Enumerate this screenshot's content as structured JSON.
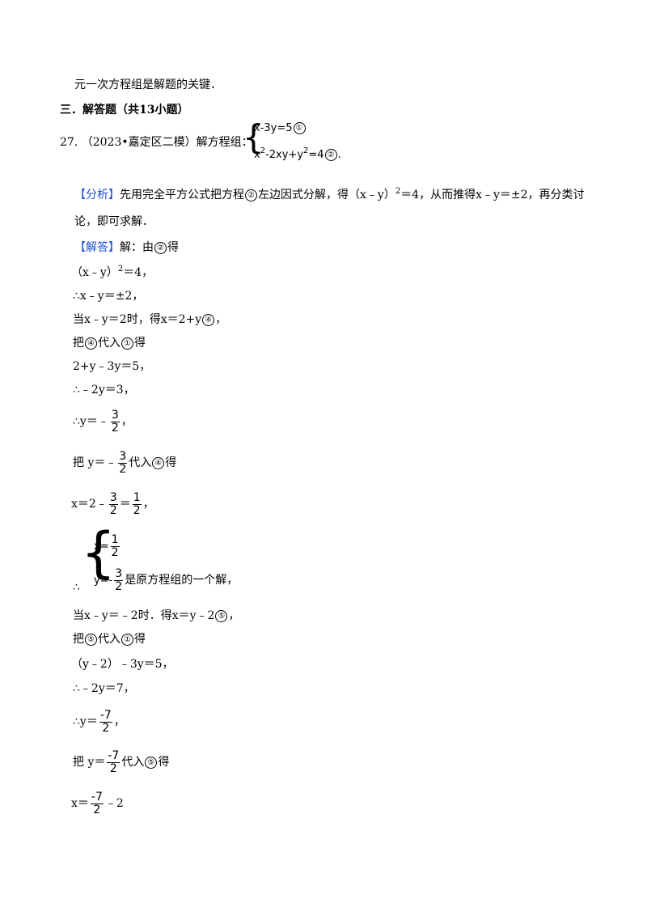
{
  "intro_line": "元一次方程组是解题的关键．",
  "section": {
    "title": "三．解答题（共13小题）"
  },
  "problem": {
    "number": "27.",
    "source": "（2023•嘉定区二模）解方程组：",
    "system": {
      "eq1": "x-3y=5",
      "eq1_mark": "①",
      "eq2_a": "x",
      "eq2_sup1": "2",
      "eq2_b": "-2xy+y",
      "eq2_sup2": "2",
      "eq2_c": "=4",
      "eq2_mark": "②",
      "end": "."
    }
  },
  "analysis": {
    "tag": "【分析】",
    "line1_a": "先用完全平方公式把方程",
    "line1_mark": "②",
    "line1_b": "左边因式分解，得（x﹣y）",
    "line1_sup": "2",
    "line1_c": "＝4，从而推得x﹣y＝±2，再分类讨",
    "line2": "论，即可求解．"
  },
  "solution": {
    "tag": "【解答】",
    "lead": "解：由",
    "lead_mark": "②",
    "lead_end": "得",
    "s1_a": "（x﹣y）",
    "s1_sup": "2",
    "s1_b": "＝4，",
    "s2": "∴x﹣y＝±2，",
    "s3": "当x﹣y＝2时，得x＝2+y",
    "s3_mark": "④",
    "s3_end": "，",
    "s4_a": "把",
    "s4_mark1": "④",
    "s4_b": "代入",
    "s4_mark2": "①",
    "s4_c": "得",
    "s5": "2+y﹣3y＝5，",
    "s6": "∴﹣2y＝3，",
    "s7_a": "∴y＝﹣",
    "s7_num": "3",
    "s7_den": "2",
    "s7_end": "，",
    "s8_a": "把 y＝﹣",
    "s8_num": "3",
    "s8_den": "2",
    "s8_b": "代入",
    "s8_mark": "④",
    "s8_c": "得",
    "s9_a": "x＝2﹣",
    "s9_num1": "3",
    "s9_den1": "2",
    "s9_eq": "＝",
    "s9_num2": "1",
    "s9_den2": "2",
    "s9_end": "，",
    "sol1_x": "x=",
    "sol1_xnum": "1",
    "sol1_xden": "2",
    "sol1_y": "y=-",
    "sol1_ynum": "3",
    "sol1_yden": "2",
    "sol1_therefore": "∴",
    "sol1_text": "是原方程组的一个解，",
    "s10": "当x﹣y＝﹣2时．得x＝y﹣2",
    "s10_mark": "⑤",
    "s10_end": "，",
    "s11_a": "把",
    "s11_mark1": "⑤",
    "s11_b": "代入",
    "s11_mark2": "①",
    "s11_c": "得",
    "s12": "（y﹣2）﹣3y＝5，",
    "s13": "∴﹣2y＝7，",
    "s14_a": "∴y＝",
    "s14_num": "-7",
    "s14_den": "2",
    "s14_end": "，",
    "s15_a": "把 y＝",
    "s15_num": "-7",
    "s15_den": "2",
    "s15_b": "代入",
    "s15_mark": "⑤",
    "s15_c": "得",
    "s16_a": "x＝",
    "s16_num": "-7",
    "s16_den": "2",
    "s16_b": "﹣2"
  }
}
